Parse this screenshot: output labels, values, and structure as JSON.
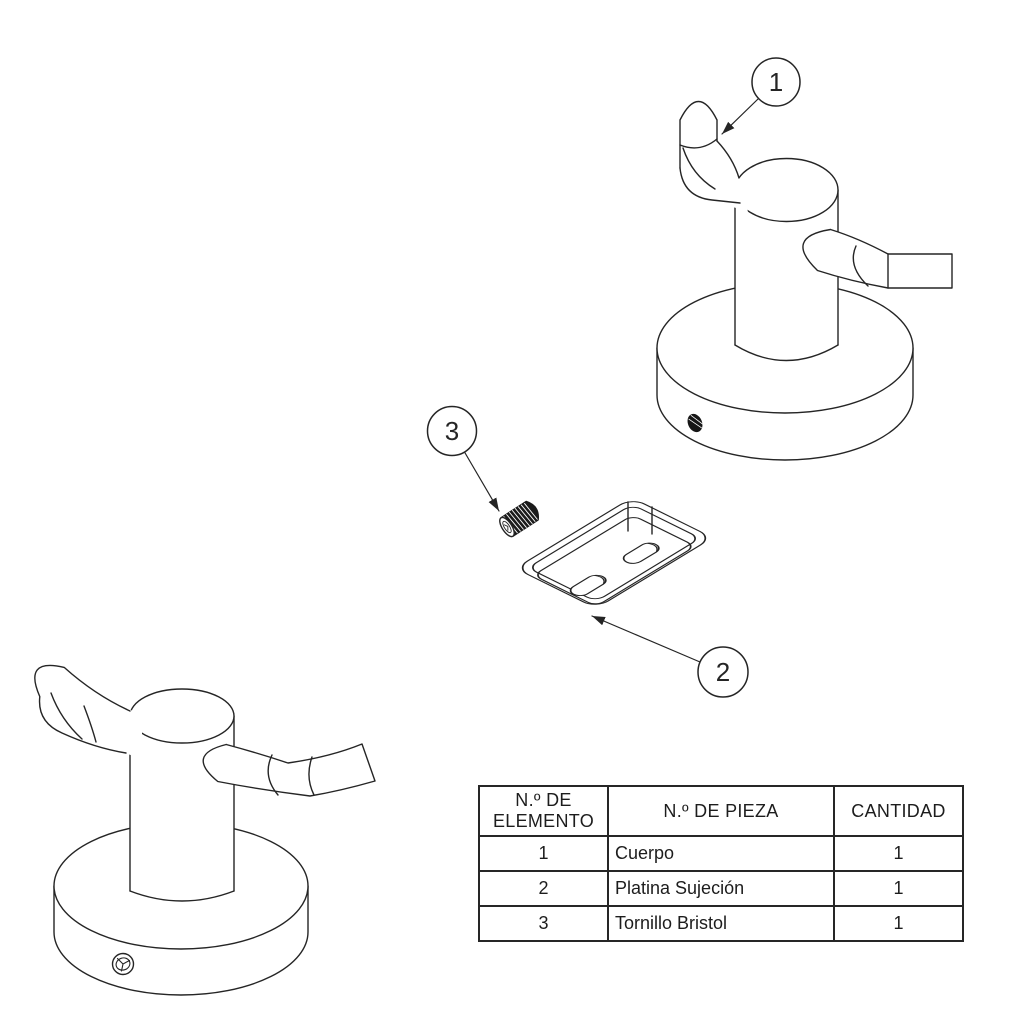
{
  "page": {
    "background": "#ffffff",
    "line_color": "#252525"
  },
  "balloons": [
    {
      "label": "1",
      "points_to": "Cuerpo"
    },
    {
      "label": "2",
      "points_to": "Platina Sujeción"
    },
    {
      "label": "3",
      "points_to": "Tornillo Bristol"
    }
  ],
  "bom": {
    "headers": [
      "N.º DE ELEMENTO",
      "N.º DE PIEZA",
      "CANTIDAD"
    ],
    "rows": [
      {
        "element": "1",
        "part": "Cuerpo",
        "qty": "1"
      },
      {
        "element": "2",
        "part": "Platina Sujeción",
        "qty": "1"
      },
      {
        "element": "3",
        "part": "Tornillo Bristol",
        "qty": "1"
      }
    ]
  }
}
